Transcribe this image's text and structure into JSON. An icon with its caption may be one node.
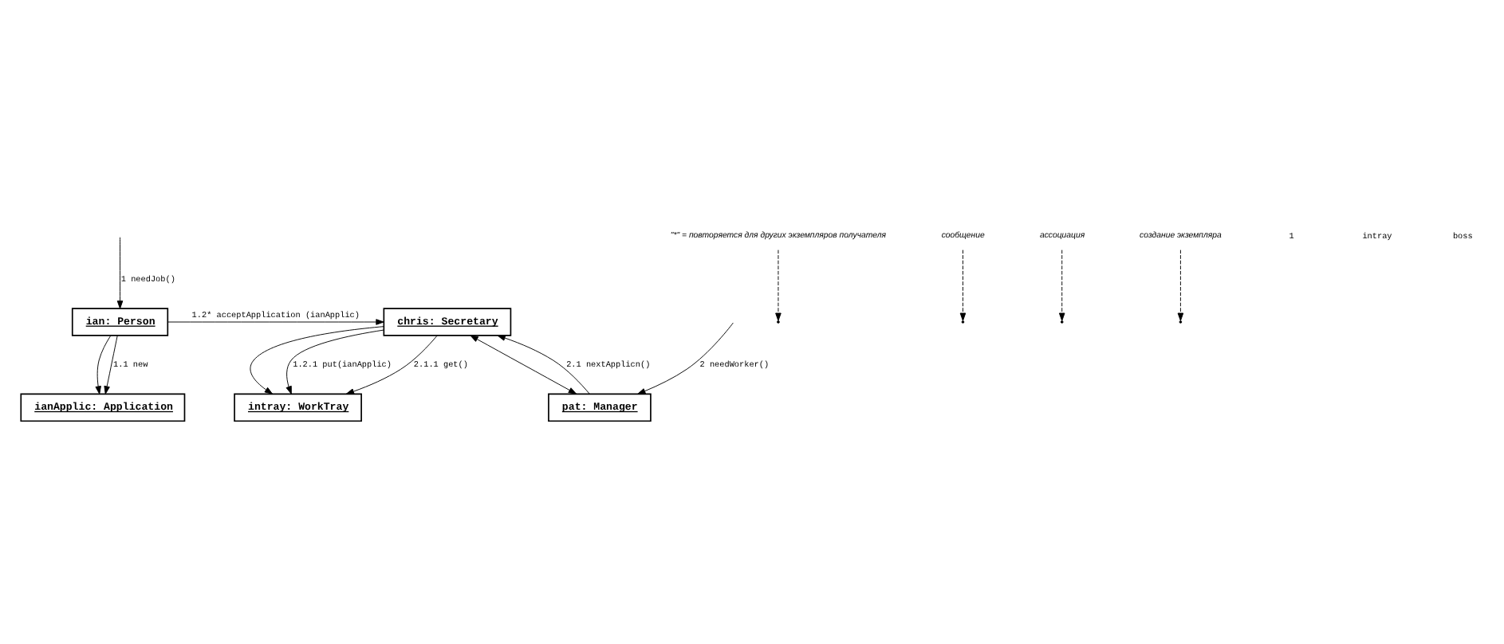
{
  "diagram": {
    "nodes": [
      {
        "text": [
          "ian: Person"
        ]
      },
      {
        "text": [
          "chris: Secretary"
        ]
      },
      {
        "text": [
          "intray: WorkTray"
        ]
      },
      {
        "text": [
          "pat: Manager"
        ]
      },
      {
        "text": [
          "ianApplic: Application"
        ]
      },
      {
        "text": [
          "\"*\" = повторяется для других экземпляров получателя"
        ]
      },
      {
        "text": [
          "сообщение"
        ]
      },
      {
        "text": [
          "ассоциация"
        ]
      },
      {
        "text": [
          "создание экземпляра"
        ]
      }
    ],
    "edges": [
      {
        "from": null,
        "to": 0,
        "arrow": "to",
        "label": "1 needJob()"
      },
      {
        "from": 0,
        "to": 1,
        "arrow": "to",
        "label": "1.2* acceptApplication (ianApplic)"
      },
      {
        "from": 0,
        "to": 4,
        "arrow": "to"
      },
      {
        "from": 0,
        "to": 4,
        "arrow": "to",
        "label": "1.1 new"
      },
      {
        "from": 1,
        "to": 2,
        "arrow": "to"
      },
      {
        "from": 1,
        "to": 2,
        "arrow": "to",
        "label": "1.2.1 put(ianApplic)"
      },
      {
        "from": 1,
        "to": 2,
        "arrow": "to",
        "label": "2.1.1 get()"
      },
      {
        "from": 1,
        "to": 3,
        "arrow": "both"
      },
      {
        "from": 3,
        "to": 1,
        "arrow": "to",
        "label": "2.1 nextApplicn()"
      },
      {
        "from": null,
        "to": 3,
        "arrow": "to",
        "label": "2 needWorker()"
      },
      {
        "from": 5,
        "to": null,
        "arrow": "to",
        "style": "dashed"
      },
      {
        "from": 6,
        "to": null,
        "arrow": "to",
        "style": "dashed"
      },
      {
        "from": 7,
        "to": null,
        "arrow": "to",
        "style": "dashed"
      },
      {
        "from": 8,
        "to": null,
        "arrow": "to",
        "style": "dashed"
      }
    ],
    "labels": [
      "1",
      "intray",
      "boss"
    ]
  }
}
